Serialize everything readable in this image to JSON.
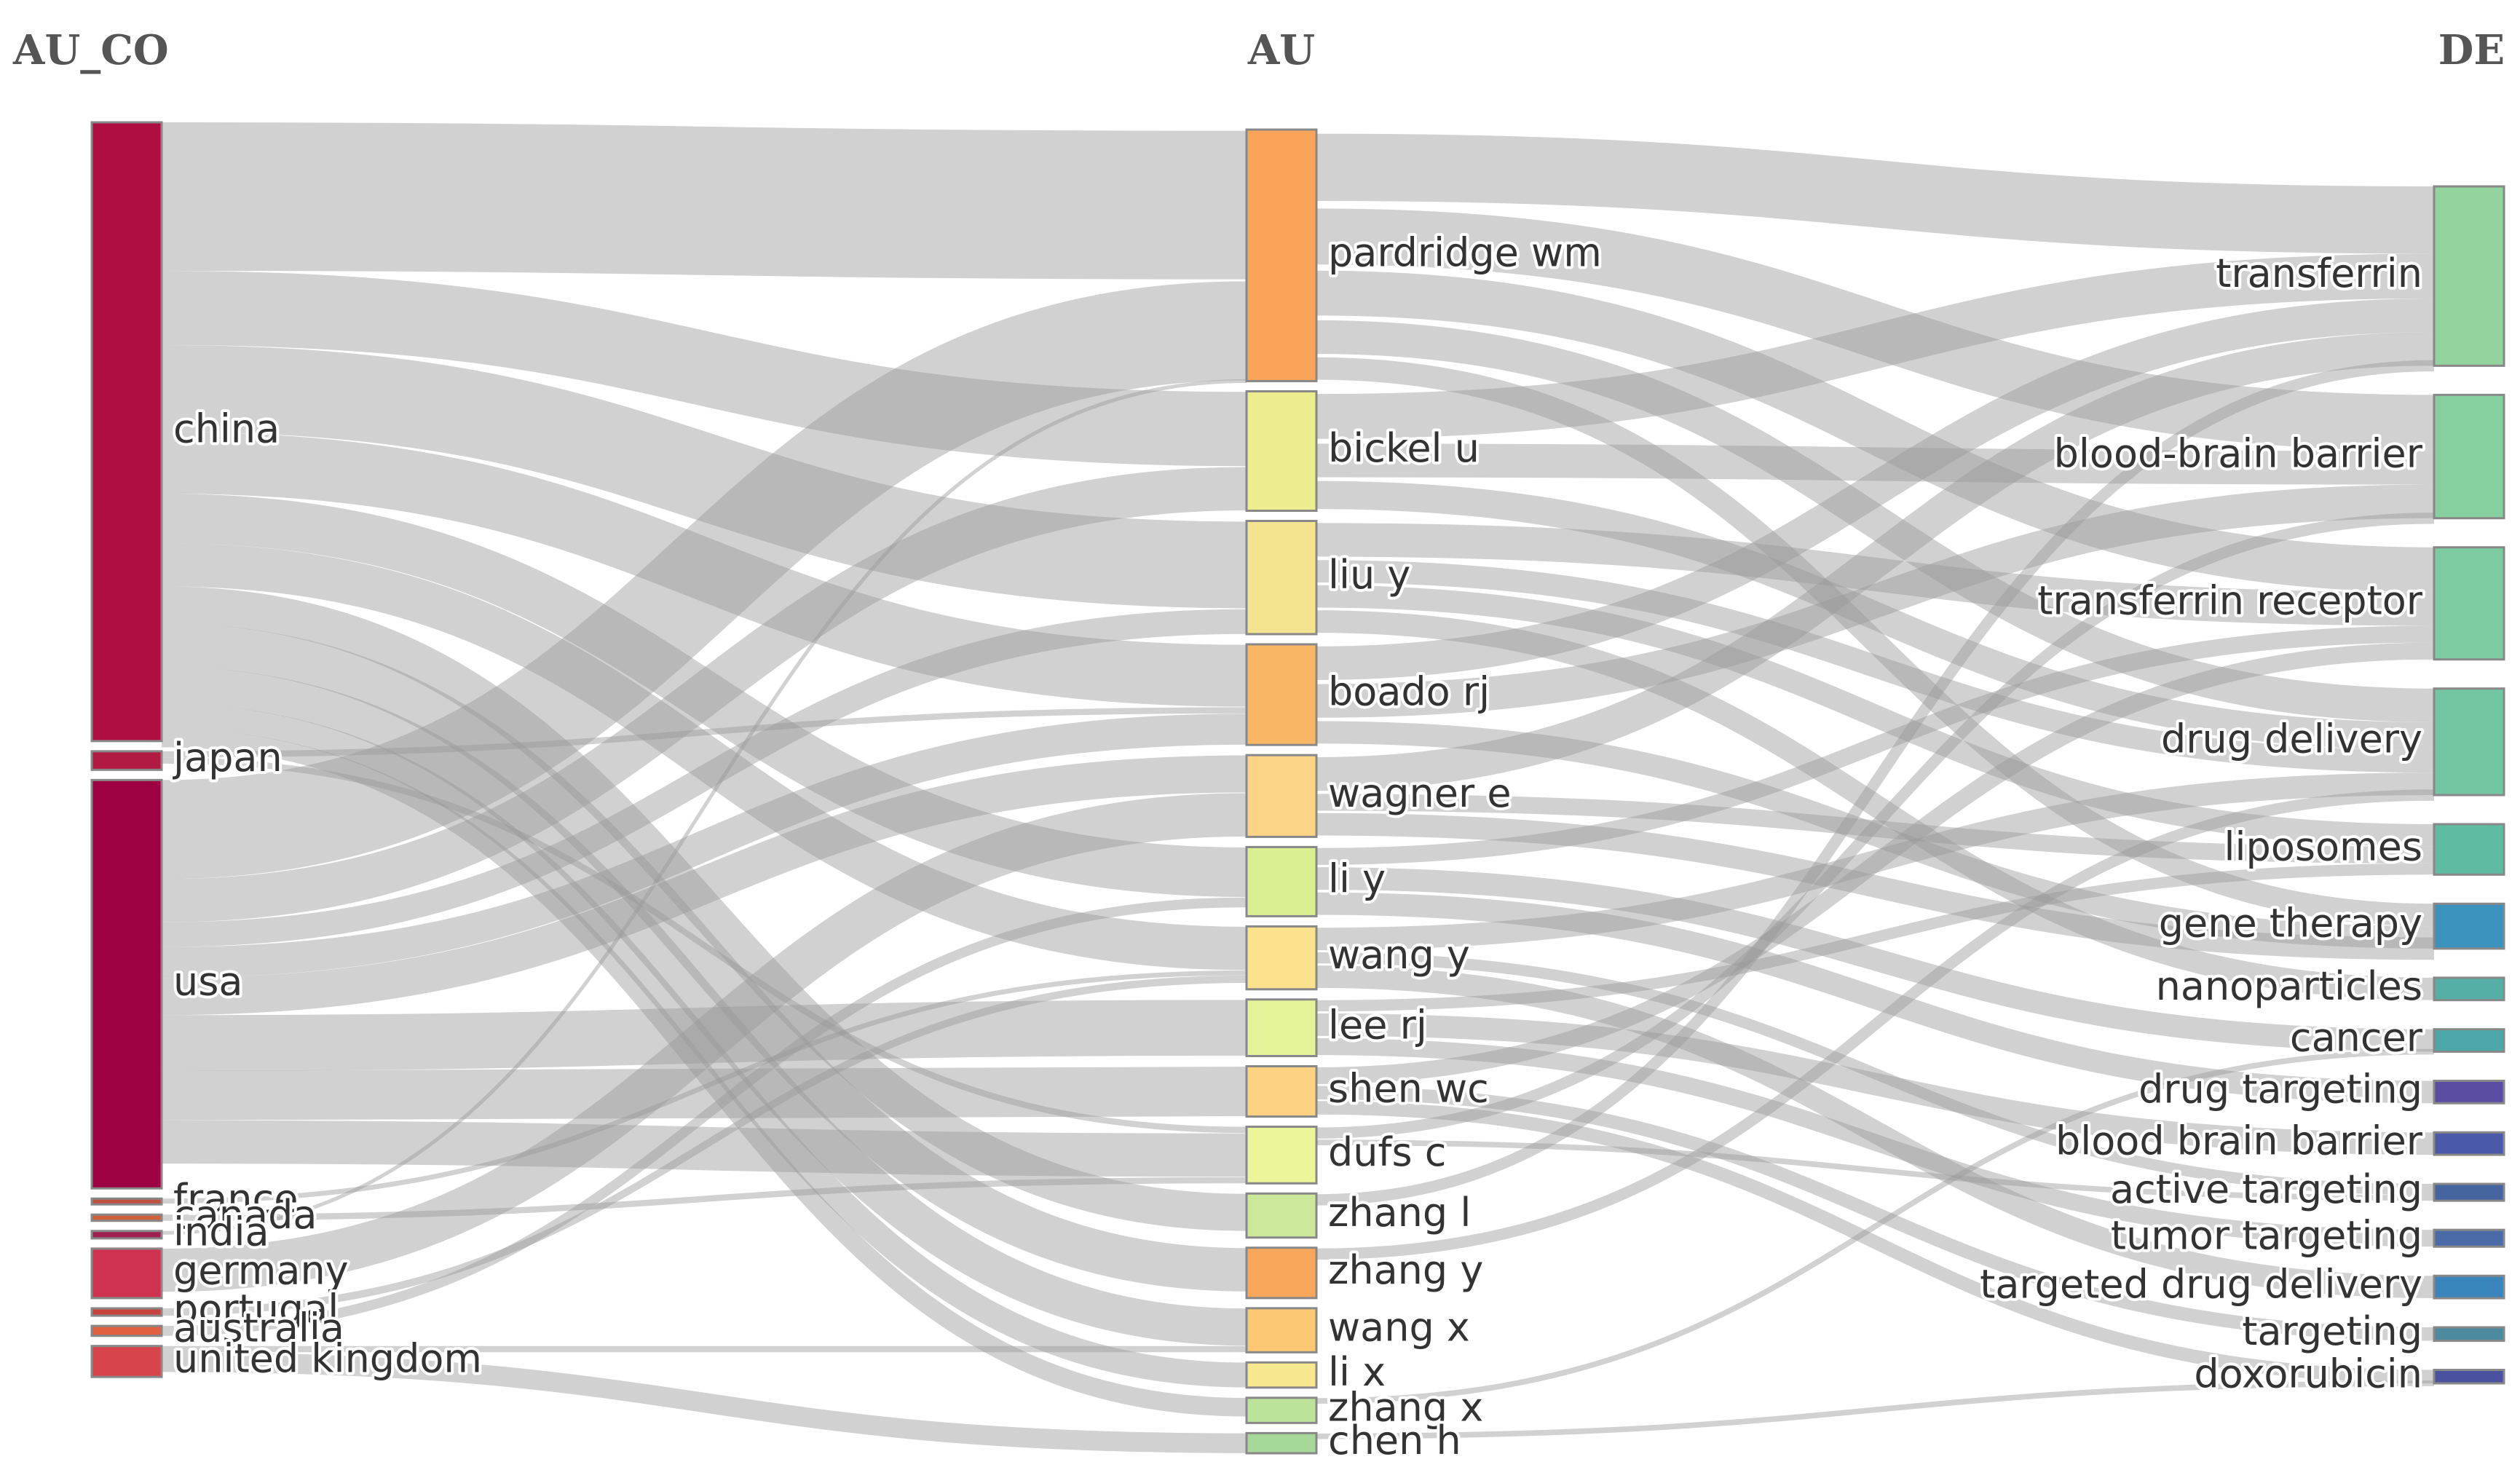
{
  "columns": [
    {
      "id": "AU_CO",
      "title": "AU_CO"
    },
    {
      "id": "AU",
      "title": "AU"
    },
    {
      "id": "DE",
      "title": "DE"
    }
  ],
  "nodes": {
    "AU_CO": [
      {
        "label": "china",
        "value": 50,
        "color": "#ac0f40"
      },
      {
        "label": "japan",
        "value": 1.5,
        "color": "#b01a43"
      },
      {
        "label": "usa",
        "value": 33,
        "color": "#9e0142"
      },
      {
        "label": "france",
        "value": 0.4,
        "color": "#c0503f"
      },
      {
        "label": "canada",
        "value": 0.5,
        "color": "#d0603a"
      },
      {
        "label": "india",
        "value": 0.6,
        "color": "#9e2050"
      },
      {
        "label": "germany",
        "value": 4,
        "color": "#cf3250"
      },
      {
        "label": "portugal",
        "value": 0.6,
        "color": "#c8423e"
      },
      {
        "label": "australia",
        "value": 0.8,
        "color": "#e0603f"
      },
      {
        "label": "united kingdom",
        "value": 2.5,
        "color": "#d8444b"
      }
    ],
    "AU": [
      {
        "label": "pardridge wm",
        "value": 20,
        "color": "#f9a458"
      },
      {
        "label": "bickel u",
        "value": 9.5,
        "color": "#eded8f"
      },
      {
        "label": "liu y",
        "value": 9,
        "color": "#f5e48f"
      },
      {
        "label": "boado rj",
        "value": 8,
        "color": "#f9b766"
      },
      {
        "label": "wagner e",
        "value": 6.5,
        "color": "#fcd486"
      },
      {
        "label": "li y",
        "value": 5.5,
        "color": "#d9ef92"
      },
      {
        "label": "wang y",
        "value": 5,
        "color": "#fde28e"
      },
      {
        "label": "lee rj",
        "value": 4.5,
        "color": "#e5f49a"
      },
      {
        "label": "shen wc",
        "value": 4,
        "color": "#fdd282"
      },
      {
        "label": "dufs c",
        "value": 4.5,
        "color": "#edf59a"
      },
      {
        "label": "zhang l",
        "value": 3.5,
        "color": "#cbe89b"
      },
      {
        "label": "zhang y",
        "value": 4,
        "color": "#f9a75a"
      },
      {
        "label": "wang x",
        "value": 3.5,
        "color": "#fdc873"
      },
      {
        "label": "li x",
        "value": 2,
        "color": "#f7e88f"
      },
      {
        "label": "zhang x",
        "value": 2,
        "color": "#bce39a"
      },
      {
        "label": "chen h",
        "value": 1.6,
        "color": "#a6d89a"
      }
    ],
    "DE": [
      {
        "label": "transferrin",
        "value": 16,
        "color": "#93d49e"
      },
      {
        "label": "blood-brain barrier",
        "value": 11,
        "color": "#86d0a0"
      },
      {
        "label": "transferrin receptor",
        "value": 10,
        "color": "#7ccba1"
      },
      {
        "label": "drug delivery",
        "value": 9.5,
        "color": "#72c6a2"
      },
      {
        "label": "liposomes",
        "value": 4.5,
        "color": "#5fbba2"
      },
      {
        "label": "gene therapy",
        "value": 4,
        "color": "#3a92bd"
      },
      {
        "label": "nanoparticles",
        "value": 2,
        "color": "#55afa6"
      },
      {
        "label": "cancer",
        "value": 2,
        "color": "#4ba7a8"
      },
      {
        "label": "drug targeting",
        "value": 2,
        "color": "#5a4da1"
      },
      {
        "label": "blood brain barrier",
        "value": 2,
        "color": "#4a5aa8"
      },
      {
        "label": "active targeting",
        "value": 1.5,
        "color": "#46649f"
      },
      {
        "label": "tumor targeting",
        "value": 1.5,
        "color": "#4a6ba8"
      },
      {
        "label": "targeted drug delivery",
        "value": 2,
        "color": "#3a85bb"
      },
      {
        "label": "targeting",
        "value": 1.2,
        "color": "#4c8aa0"
      },
      {
        "label": "doxorubicin",
        "value": 1.2,
        "color": "#4a52a0"
      }
    ]
  },
  "chart_data": {
    "type": "sankey",
    "columns": [
      "AU_CO",
      "AU",
      "DE"
    ],
    "links": [
      {
        "source": "china",
        "target": "pardridge wm",
        "value": 12
      },
      {
        "source": "china",
        "target": "bickel u",
        "value": 6
      },
      {
        "source": "china",
        "target": "liu y",
        "value": 7
      },
      {
        "source": "china",
        "target": "boado rj",
        "value": 5
      },
      {
        "source": "china",
        "target": "li y",
        "value": 4
      },
      {
        "source": "china",
        "target": "wang y",
        "value": 3.5
      },
      {
        "source": "china",
        "target": "zhang l",
        "value": 3
      },
      {
        "source": "china",
        "target": "zhang y",
        "value": 3.5
      },
      {
        "source": "china",
        "target": "wang x",
        "value": 3
      },
      {
        "source": "china",
        "target": "li x",
        "value": 2
      },
      {
        "source": "china",
        "target": "zhang x",
        "value": 1.5
      },
      {
        "source": "japan",
        "target": "boado rj",
        "value": 0.5
      },
      {
        "source": "japan",
        "target": "dufs c",
        "value": 0.5
      },
      {
        "source": "usa",
        "target": "pardridge wm",
        "value": 8
      },
      {
        "source": "usa",
        "target": "bickel u",
        "value": 3.5
      },
      {
        "source": "usa",
        "target": "boado rj",
        "value": 2.5
      },
      {
        "source": "usa",
        "target": "wagner e",
        "value": 3
      },
      {
        "source": "usa",
        "target": "lee rj",
        "value": 4.5
      },
      {
        "source": "usa",
        "target": "shen wc",
        "value": 4
      },
      {
        "source": "usa",
        "target": "dufs c",
        "value": 3.5
      },
      {
        "source": "usa",
        "target": "liu y",
        "value": 2
      },
      {
        "source": "france",
        "target": "wang y",
        "value": 0.4
      },
      {
        "source": "canada",
        "target": "dufs c",
        "value": 0.5
      },
      {
        "source": "india",
        "target": "pardridge wm",
        "value": 0.3
      },
      {
        "source": "germany",
        "target": "wagner e",
        "value": 3.5
      },
      {
        "source": "portugal",
        "target": "wang y",
        "value": 0.6
      },
      {
        "source": "australia",
        "target": "li y",
        "value": 0.8
      },
      {
        "source": "united kingdom",
        "target": "wang x",
        "value": 0.5
      },
      {
        "source": "united kingdom",
        "target": "chen h",
        "value": 1.6
      },
      {
        "source": "pardridge wm",
        "target": "transferrin",
        "value": 6
      },
      {
        "source": "pardridge wm",
        "target": "blood-brain barrier",
        "value": 5
      },
      {
        "source": "pardridge wm",
        "target": "transferrin receptor",
        "value": 4
      },
      {
        "source": "pardridge wm",
        "target": "drug delivery",
        "value": 3
      },
      {
        "source": "pardridge wm",
        "target": "gene therapy",
        "value": 2
      },
      {
        "source": "bickel u",
        "target": "transferrin",
        "value": 4
      },
      {
        "source": "bickel u",
        "target": "blood-brain barrier",
        "value": 3
      },
      {
        "source": "bickel u",
        "target": "drug delivery",
        "value": 2.5
      },
      {
        "source": "liu y",
        "target": "transferrin receptor",
        "value": 3
      },
      {
        "source": "liu y",
        "target": "drug delivery",
        "value": 2
      },
      {
        "source": "liu y",
        "target": "liposomes",
        "value": 2
      },
      {
        "source": "liu y",
        "target": "nanoparticles",
        "value": 2
      },
      {
        "source": "boado rj",
        "target": "transferrin",
        "value": 3
      },
      {
        "source": "boado rj",
        "target": "blood-brain barrier",
        "value": 3
      },
      {
        "source": "boado rj",
        "target": "gene therapy",
        "value": 2
      },
      {
        "source": "wagner e",
        "target": "transferrin",
        "value": 3
      },
      {
        "source": "wagner e",
        "target": "gene therapy",
        "value": 2
      },
      {
        "source": "wagner e",
        "target": "liposomes",
        "value": 1.5
      },
      {
        "source": "li y",
        "target": "cancer",
        "value": 2
      },
      {
        "source": "li y",
        "target": "drug targeting",
        "value": 2
      },
      {
        "source": "li y",
        "target": "transferrin receptor",
        "value": 1.5
      },
      {
        "source": "wang y",
        "target": "drug delivery",
        "value": 2
      },
      {
        "source": "wang y",
        "target": "targeted drug delivery",
        "value": 2
      },
      {
        "source": "wang y",
        "target": "active targeting",
        "value": 1
      },
      {
        "source": "lee rj",
        "target": "liposomes",
        "value": 1
      },
      {
        "source": "lee rj",
        "target": "blood brain barrier",
        "value": 2
      },
      {
        "source": "lee rj",
        "target": "tumor targeting",
        "value": 1.5
      },
      {
        "source": "shen wc",
        "target": "transferrin receptor",
        "value": 1.5
      },
      {
        "source": "shen wc",
        "target": "targeting",
        "value": 1.2
      },
      {
        "source": "shen wc",
        "target": "doxorubicin",
        "value": 1.2
      },
      {
        "source": "dufs c",
        "target": "blood-brain barrier",
        "value": 1
      },
      {
        "source": "dufs c",
        "target": "active targeting",
        "value": 0.5
      },
      {
        "source": "zhang l",
        "target": "transferrin",
        "value": 1
      },
      {
        "source": "zhang y",
        "target": "drug delivery",
        "value": 1
      },
      {
        "source": "zhang x",
        "target": "cancer",
        "value": 0.5
      },
      {
        "source": "chen h",
        "target": "doxorubicin",
        "value": 0.5
      }
    ]
  }
}
